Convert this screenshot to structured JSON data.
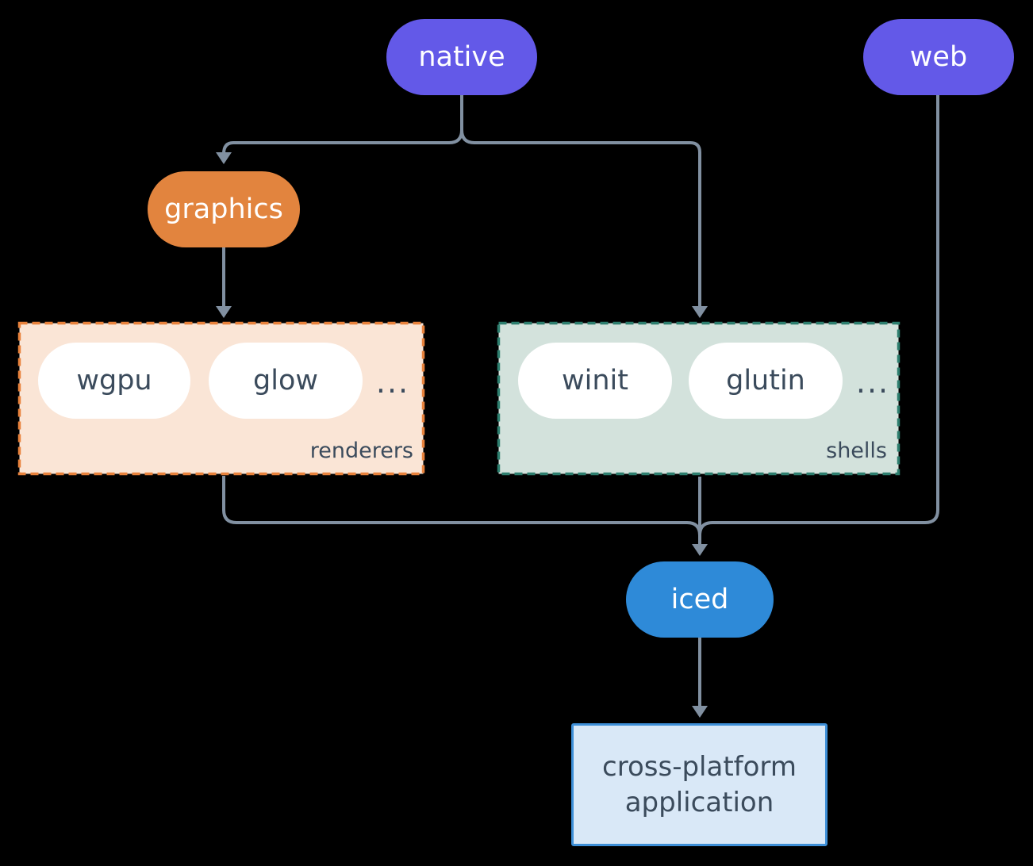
{
  "diagram": {
    "nodes": {
      "native": "native",
      "web": "web",
      "graphics": "graphics",
      "wgpu": "wgpu",
      "glow": "glow",
      "winit": "winit",
      "glutin": "glutin",
      "iced": "iced"
    },
    "groups": {
      "renderers": {
        "label": "renderers",
        "ellipsis": "..."
      },
      "shells": {
        "label": "shells",
        "ellipsis": "..."
      }
    },
    "application": {
      "line1": "cross-platform",
      "line2": "application"
    },
    "colors": {
      "background": "#000000",
      "platform_pill": "#6359E8",
      "graphics_pill": "#E2843E",
      "iced_pill": "#2E8AD8",
      "member_pill": "#FFFFFF",
      "renderers_box_bg": "#FAE5D6",
      "renderers_box_border": "#E8823C",
      "shells_box_bg": "#D3E2DC",
      "shells_box_border": "#2D7E6E",
      "application_box_bg": "#D9E8F7",
      "application_box_border": "#3E8FD7",
      "connector": "#8190A1",
      "text_dark": "#3B4B5C",
      "text_light": "#FFFFFF"
    }
  }
}
